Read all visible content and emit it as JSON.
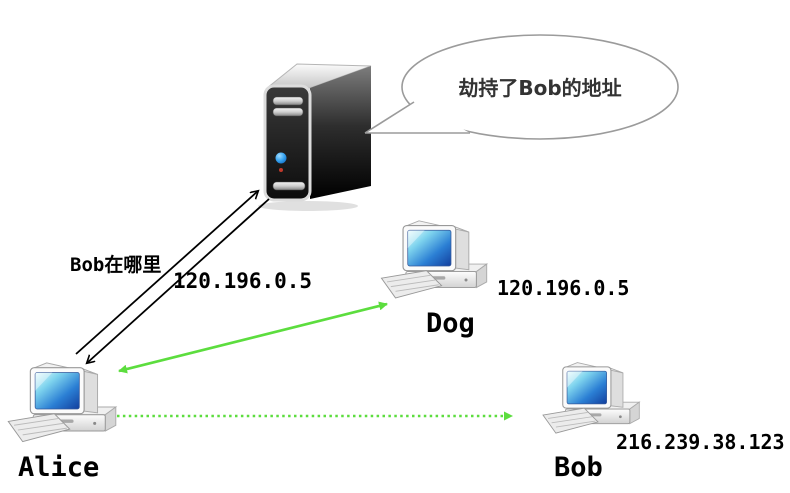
{
  "bubble": {
    "text": "劫持了Bob的地址"
  },
  "labels": {
    "query": "Bob在哪里",
    "response": "120.196.0.5"
  },
  "nodes": {
    "alice": {
      "name": "Alice"
    },
    "dog": {
      "name": "Dog",
      "ip": "120.196.0.5"
    },
    "bob": {
      "name": "Bob",
      "ip": "216.239.38.123"
    }
  },
  "colors": {
    "link_green": "#5cdd3e",
    "arrow_black": "#000000",
    "bubble_outline": "#9b9b9b",
    "label_text": "#000000",
    "bubble_text": "#333333",
    "screen_blue": "#2b7fd4"
  }
}
